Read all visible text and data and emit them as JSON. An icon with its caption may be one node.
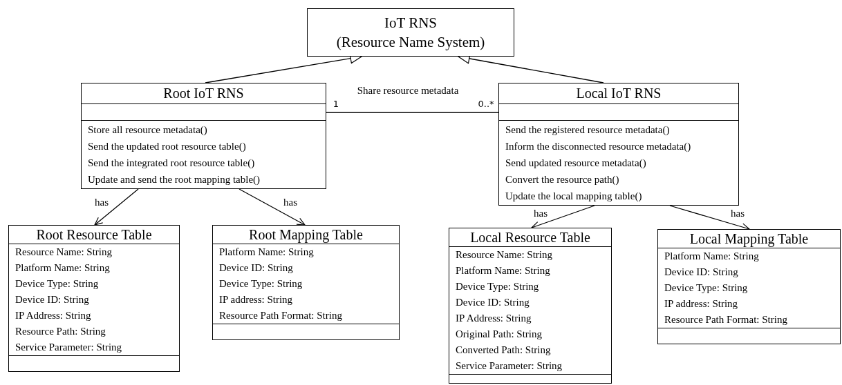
{
  "diagram": {
    "nodes": [
      {
        "text": [
          "IoT RNS",
          "(Resource Name System)"
        ]
      },
      {
        "text": [
          "Root IoT RNS",
          "Store all resource metadata()",
          "Send the updated root resource table()",
          "Send the integrated root resource table()",
          "Update and send the root mapping table()"
        ]
      },
      {
        "text": [
          "Local IoT RNS",
          "Send the registered resource metadata()",
          "Inform the disconnected resource metadata()",
          "Send updated resource metadata()",
          "Convert the resource path()",
          "Update the local mapping table()"
        ]
      },
      {
        "text": [
          "Root Resource Table",
          "Resource Name: String",
          "Platform Name: String",
          "Device Type: String",
          "Device ID: String",
          "IP Address: String",
          "Resource Path: String",
          "Service Parameter: String"
        ]
      },
      {
        "text": [
          "Root Mapping Table",
          "Platform Name: String",
          "Device ID: String",
          "Device Type: String",
          "IP address: String",
          "Resource Path Format: String"
        ]
      },
      {
        "text": [
          "Local Resource Table",
          "Resource Name: String",
          "Platform Name: String",
          "Device Type: String",
          "Device ID: String",
          "IP Address: String",
          "Original Path: String",
          "Converted Path: String",
          "Service Parameter: String"
        ]
      },
      {
        "text": [
          "Local Mapping Table",
          "Platform Name: String",
          "Device ID: String",
          "Device Type: String",
          "IP address: String",
          "Resource Path Format: String"
        ]
      }
    ],
    "edges": [
      {
        "from": 1,
        "to": 0,
        "arrow": "to"
      },
      {
        "from": 2,
        "to": 0,
        "arrow": "to"
      },
      {
        "from": 1,
        "to": 2,
        "arrow": "none",
        "label": "Share resource metadata"
      },
      {
        "from": 1,
        "to": 3,
        "arrow": "to",
        "label": "has"
      },
      {
        "from": 1,
        "to": 4,
        "arrow": "to",
        "label": "has"
      },
      {
        "from": 2,
        "to": 5,
        "arrow": "to",
        "label": "has"
      },
      {
        "from": 2,
        "to": 6,
        "arrow": "to",
        "label": "has"
      }
    ],
    "labels": [
      "1",
      "0..*"
    ]
  }
}
